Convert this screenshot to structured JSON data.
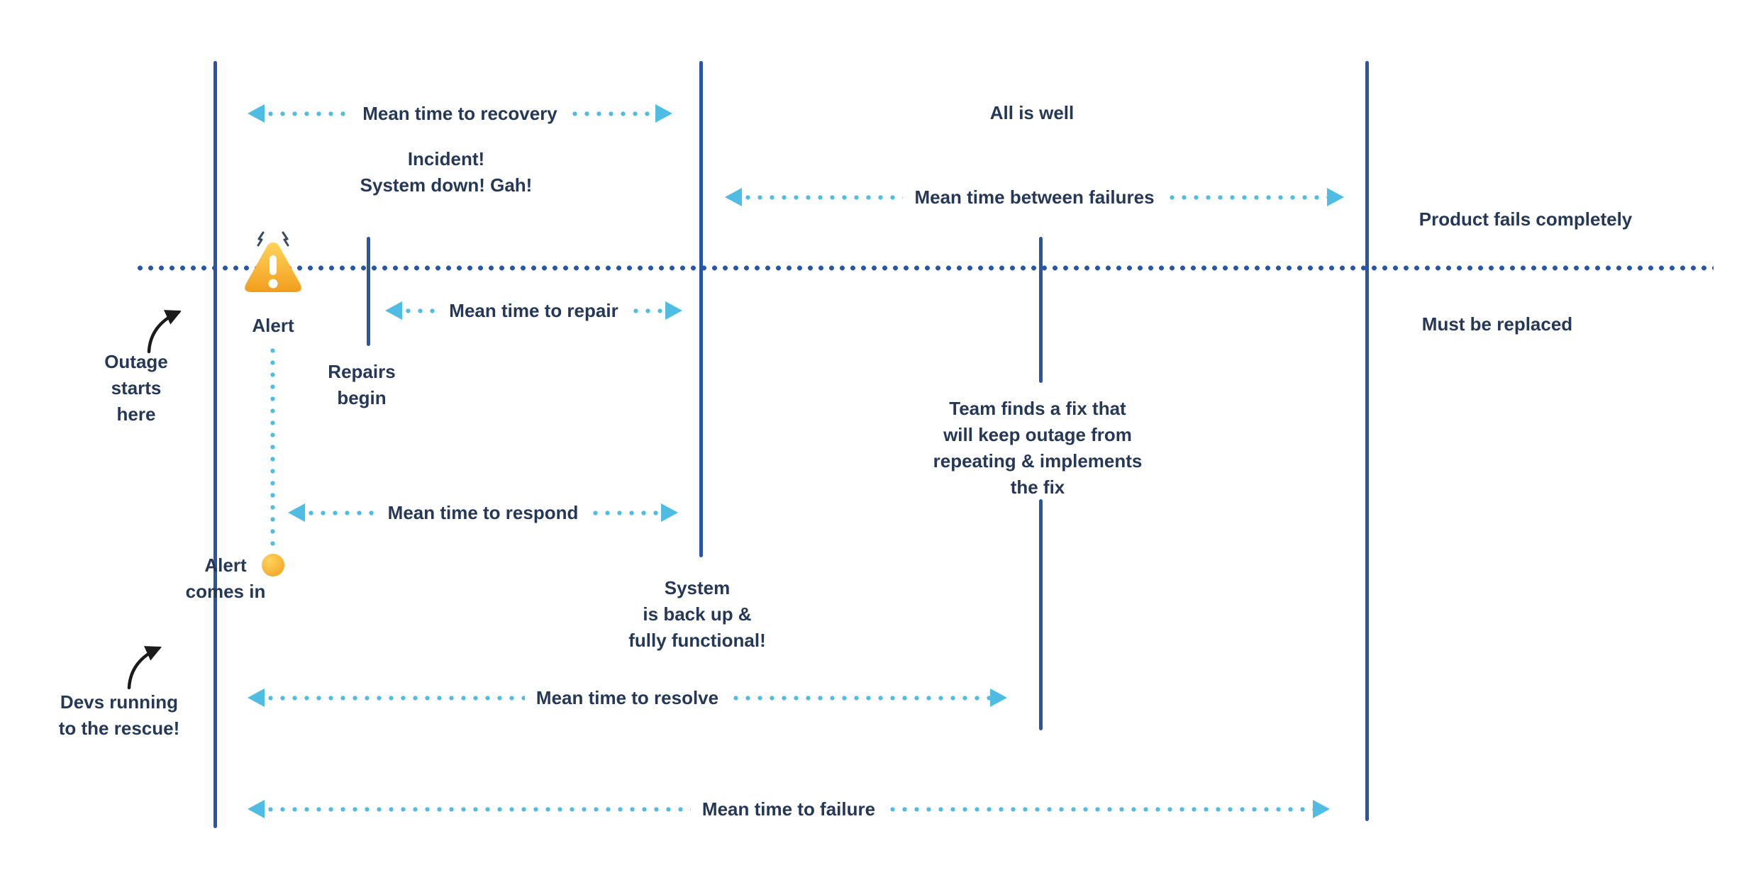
{
  "colors": {
    "timeline_blue": "#2a55a4",
    "marker_line_blue": "#2a55a4",
    "arrow_cyan": "#4fbde3",
    "text_navy": "#253858",
    "alert_yellow": "#ffd45a",
    "alert_orange": "#f29d1e",
    "curved_arrow_black": "#1b1b1b",
    "background": "#ffffff"
  },
  "metric_arrows": [
    {
      "id": "recovery",
      "label": "Mean time to recovery"
    },
    {
      "id": "between-failures",
      "label": "Mean time between failures"
    },
    {
      "id": "repair",
      "label": "Mean time to repair"
    },
    {
      "id": "respond",
      "label": "Mean time to respond"
    },
    {
      "id": "resolve",
      "label": "Mean time to resolve"
    },
    {
      "id": "failure",
      "label": "Mean time to failure"
    }
  ],
  "annotations": {
    "all_is_well": "All is well",
    "incident": [
      "Incident!",
      "System down! Gah!"
    ],
    "product_fails": "Product fails completely",
    "must_be_replaced": "Must be replaced",
    "alert": "Alert",
    "repairs_begin": [
      "Repairs",
      "begin"
    ],
    "outage_starts": [
      "Outage",
      "starts",
      "here"
    ],
    "alert_comes_in": [
      "Alert",
      "comes in"
    ],
    "team_fix": [
      "Team finds a fix that",
      "will keep outage from",
      "repeating & implements",
      "the fix"
    ],
    "system_back": [
      "System",
      "is back up &",
      "fully functional!"
    ],
    "devs_running": [
      "Devs running",
      "to the rescue!"
    ]
  },
  "icons": {
    "warning": "warning-triangle-icon",
    "alert_dot": "alert-dot-icon",
    "outage_pointer": "curved-arrow-icon",
    "devs_pointer": "curved-arrow-icon"
  }
}
